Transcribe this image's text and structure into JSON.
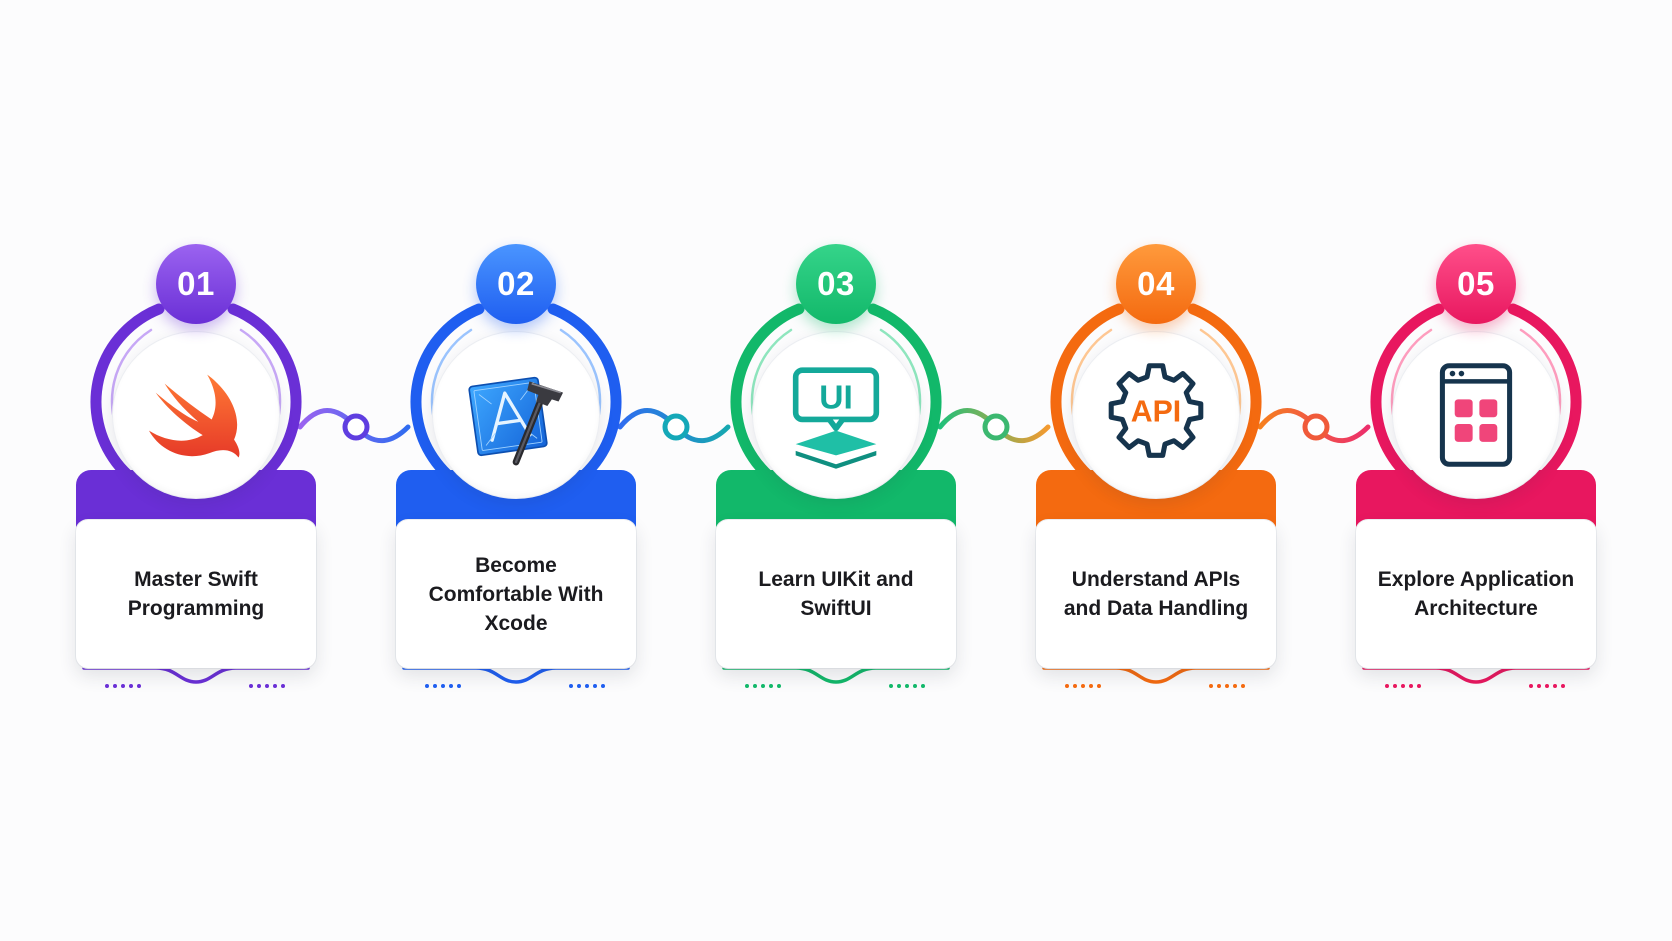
{
  "steps": [
    {
      "number": "01",
      "title": "Master Swift Programming",
      "icon": "swift-logo-icon",
      "color": "#6a2fd6",
      "color_light": "#9b63f0"
    },
    {
      "number": "02",
      "title": "Become Comfortable With Xcode",
      "icon": "xcode-hammer-icon",
      "color": "#1f5ef0",
      "color_light": "#4a95ff"
    },
    {
      "number": "03",
      "title": "Learn UIKit and SwiftUI",
      "icon": "ui-layers-icon",
      "color": "#12b86a",
      "color_light": "#35d48a"
    },
    {
      "number": "04",
      "title": "Understand APIs and Data Handling",
      "icon": "api-gear-icon",
      "color": "#f46a10",
      "color_light": "#ff9a3c"
    },
    {
      "number": "05",
      "title": "Explore Application Architecture",
      "icon": "app-window-grid-icon",
      "color": "#e8175f",
      "color_light": "#ff4f8a"
    }
  ],
  "icon_labels": {
    "ui": "UI",
    "api": "API"
  }
}
